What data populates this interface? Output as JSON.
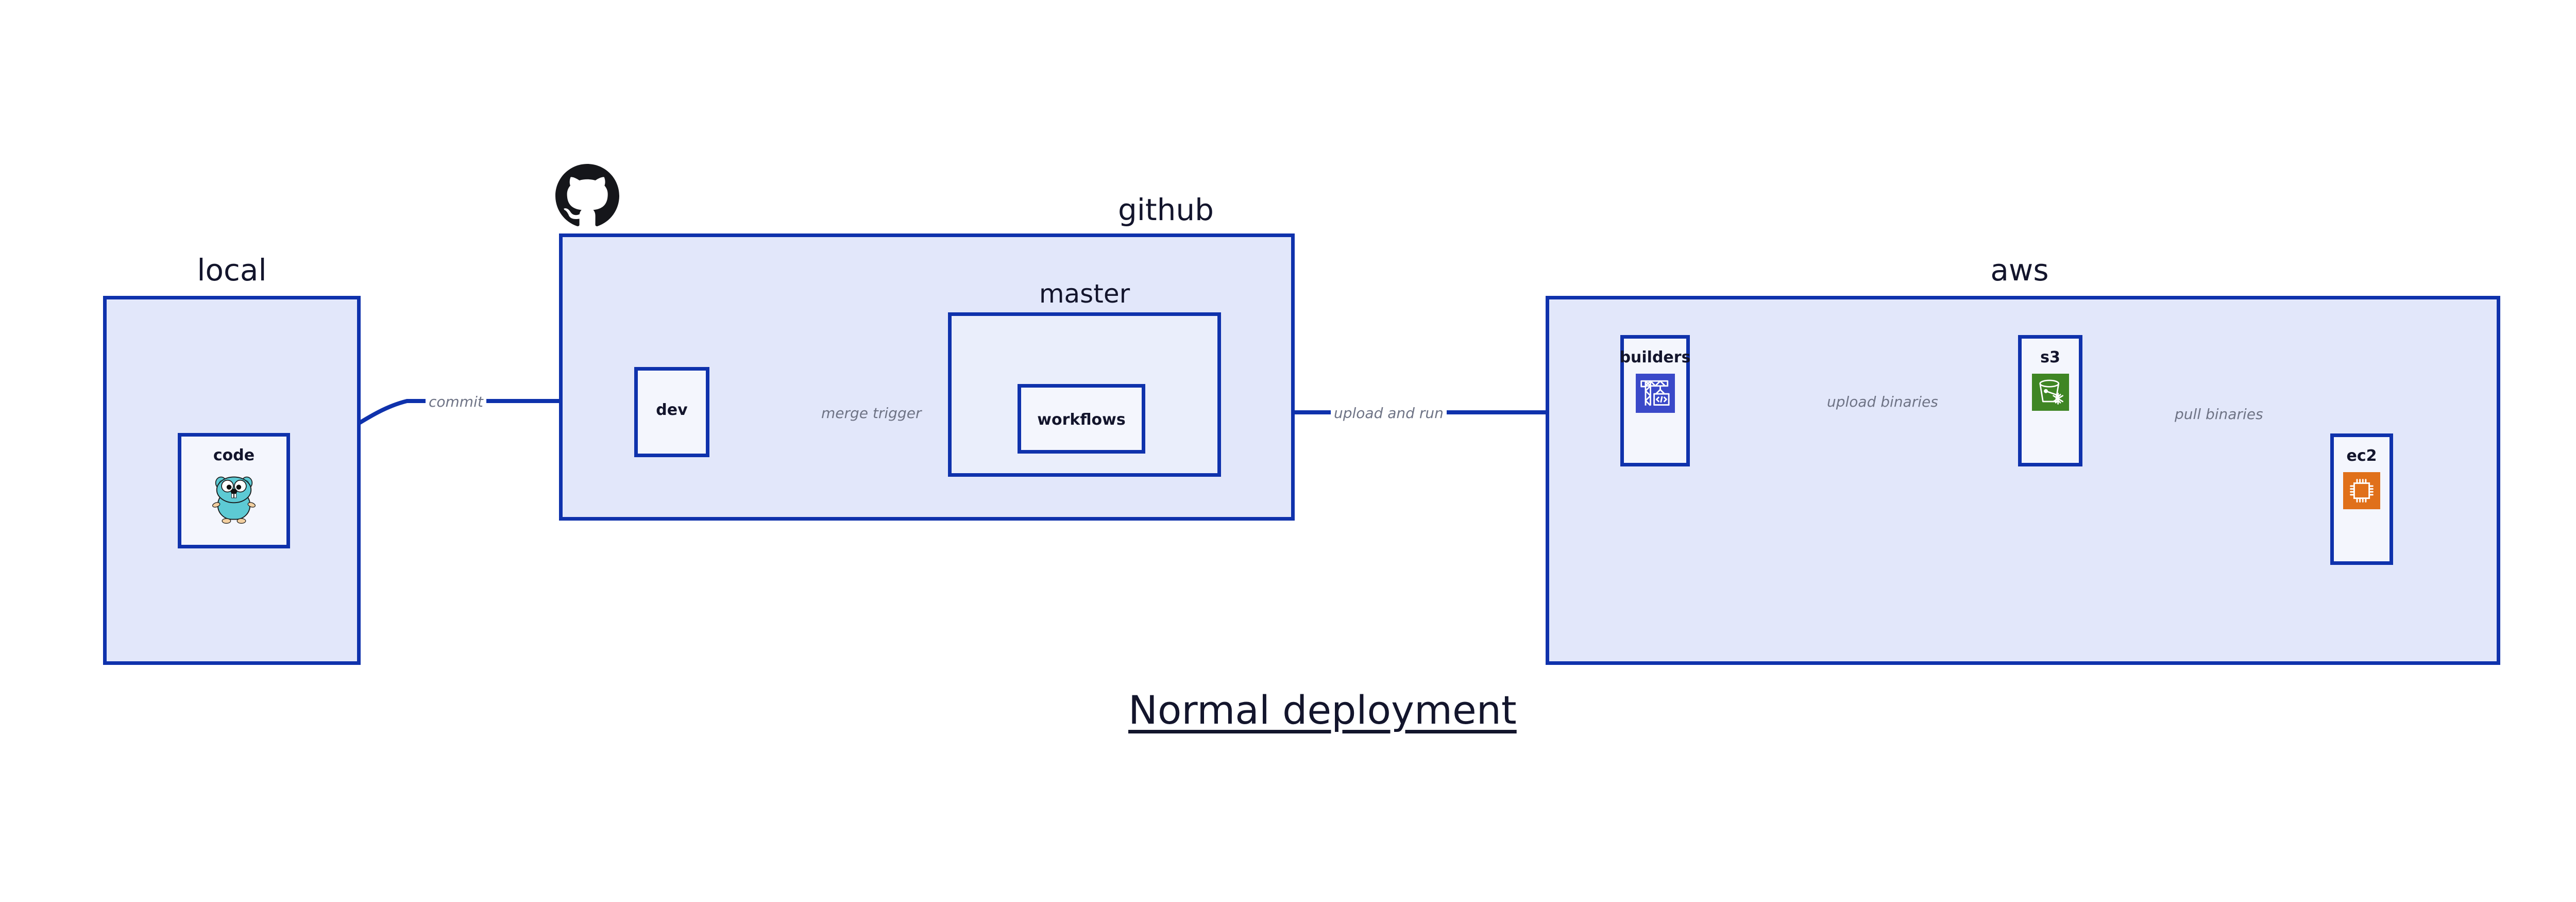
{
  "diagram": {
    "caption": "Normal deployment",
    "accent_border": "#0f32ac",
    "group_fill": "#e2e7fa",
    "node_fill": "#eaeefb",
    "label_color": "#6e7385",
    "text_color": "#13152c"
  },
  "groups": {
    "local": {
      "title": "local",
      "nodes": [
        {
          "label": "code",
          "icon": "go-gopher-icon"
        }
      ]
    },
    "github": {
      "title": "github",
      "logo_icon": "github-octocat-icon",
      "nodes": [
        {
          "label": "dev",
          "icon": "none"
        }
      ],
      "subgroups": {
        "master": {
          "title": "master",
          "nodes": [
            {
              "label": "workflows",
              "icon": "none"
            }
          ]
        }
      }
    },
    "aws": {
      "title": "aws",
      "nodes": [
        {
          "label": "builders",
          "icon": "aws-codebuild-crane-icon",
          "icon_color": "#3a49c9"
        },
        {
          "label": "s3",
          "icon": "aws-s3-glacier-bucket-icon",
          "icon_color": "#3f8624"
        },
        {
          "label": "ec2",
          "icon": "aws-ec2-chip-icon",
          "icon_color": "#e0701a"
        }
      ]
    }
  },
  "edges": [
    {
      "id": "commit",
      "label": "commit",
      "from": "code",
      "to": "dev"
    },
    {
      "id": "merge-trigger",
      "label": "merge trigger",
      "from": "dev",
      "to": "workflows"
    },
    {
      "id": "upload-and-run",
      "label": "upload and run",
      "from": "workflows",
      "to": "builders"
    },
    {
      "id": "upload-binaries",
      "label": "upload binaries",
      "from": "builders",
      "to": "s3"
    },
    {
      "id": "pull-binaries",
      "label": "pull binaries",
      "from": "s3",
      "to": "ec2"
    }
  ]
}
